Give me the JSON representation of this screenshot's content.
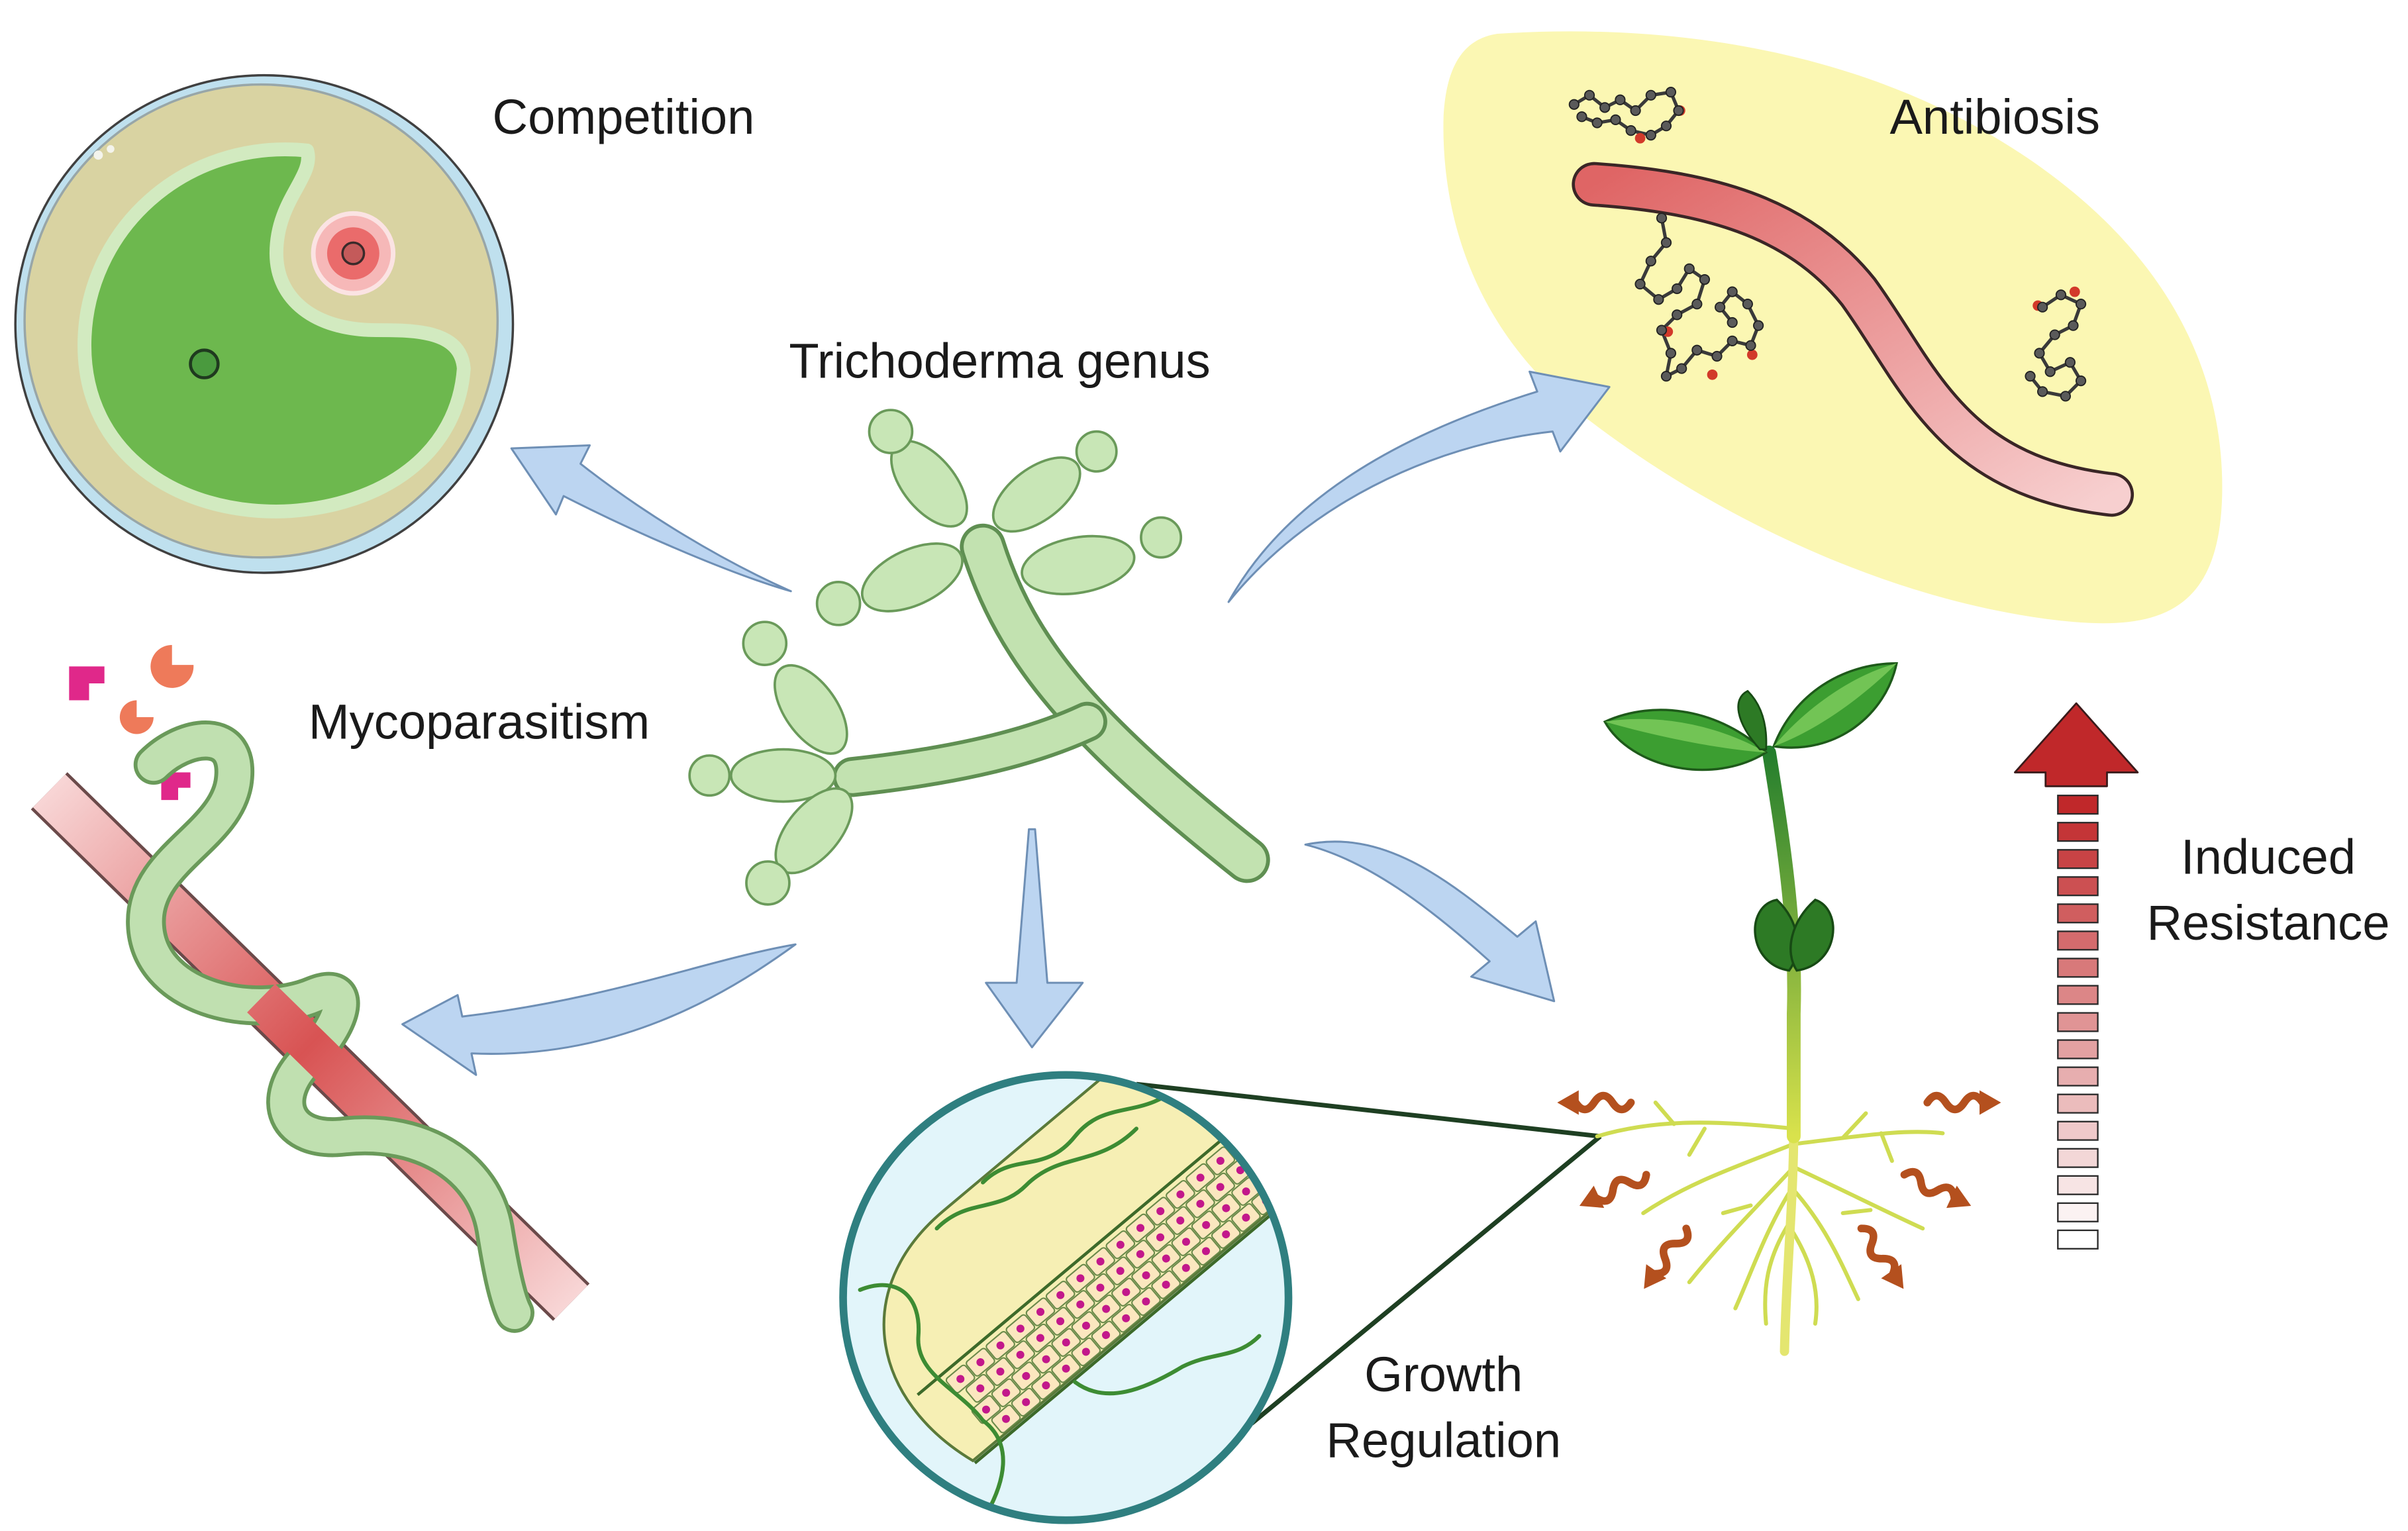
{
  "labels": {
    "competition": "Competition",
    "antibiosis": "Antibiosis",
    "trichoderma": "Trichoderma genus",
    "mycoparasitism": "Mycoparasitism",
    "induced_resistance": [
      "Induced",
      "Resistance"
    ],
    "growth_regulation": [
      "Growth",
      "Regulation"
    ]
  },
  "colors": {
    "arrow": "#bcd5f1",
    "fungus": "#c8e6b6",
    "resistance": "#c0282a"
  }
}
